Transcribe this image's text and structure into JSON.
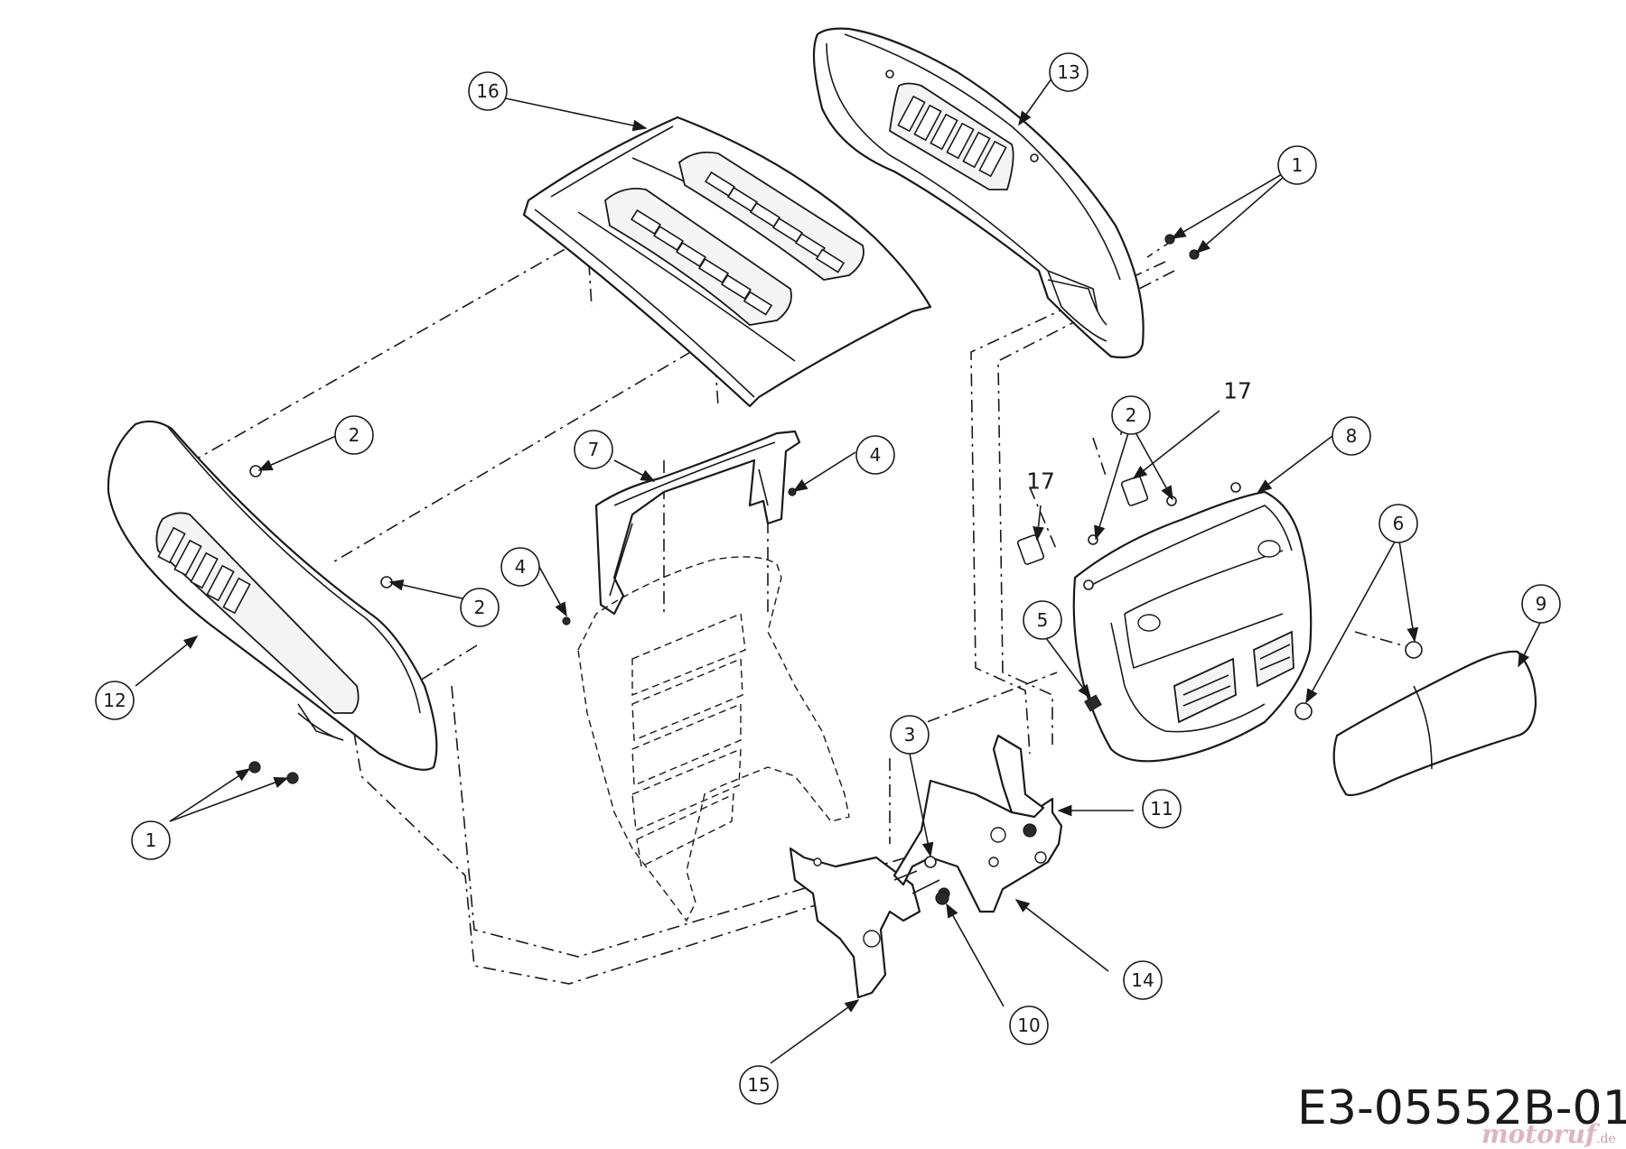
{
  "drawing": {
    "number": "E3-05552B-01",
    "watermark": "motoruf",
    "watermark_tld": ".de"
  },
  "callouts": [
    {
      "id": "c16",
      "label": "16"
    },
    {
      "id": "c13",
      "label": "13"
    },
    {
      "id": "c1-top",
      "label": "1"
    },
    {
      "id": "c2-top",
      "label": "2"
    },
    {
      "id": "c17-top",
      "label": "17"
    },
    {
      "id": "c8",
      "label": "8"
    },
    {
      "id": "c7",
      "label": "7"
    },
    {
      "id": "c4-right",
      "label": "4"
    },
    {
      "id": "c2-left-top",
      "label": "2"
    },
    {
      "id": "c17-mid",
      "label": "17"
    },
    {
      "id": "c6",
      "label": "6"
    },
    {
      "id": "c4-left",
      "label": "4"
    },
    {
      "id": "c2-left-bottom",
      "label": "2"
    },
    {
      "id": "c5",
      "label": "5"
    },
    {
      "id": "c9",
      "label": "9"
    },
    {
      "id": "c12",
      "label": "12"
    },
    {
      "id": "c3",
      "label": "3"
    },
    {
      "id": "c11",
      "label": "11"
    },
    {
      "id": "c1-bottom",
      "label": "1"
    },
    {
      "id": "c14",
      "label": "14"
    },
    {
      "id": "c10",
      "label": "10"
    },
    {
      "id": "c15",
      "label": "15"
    }
  ]
}
